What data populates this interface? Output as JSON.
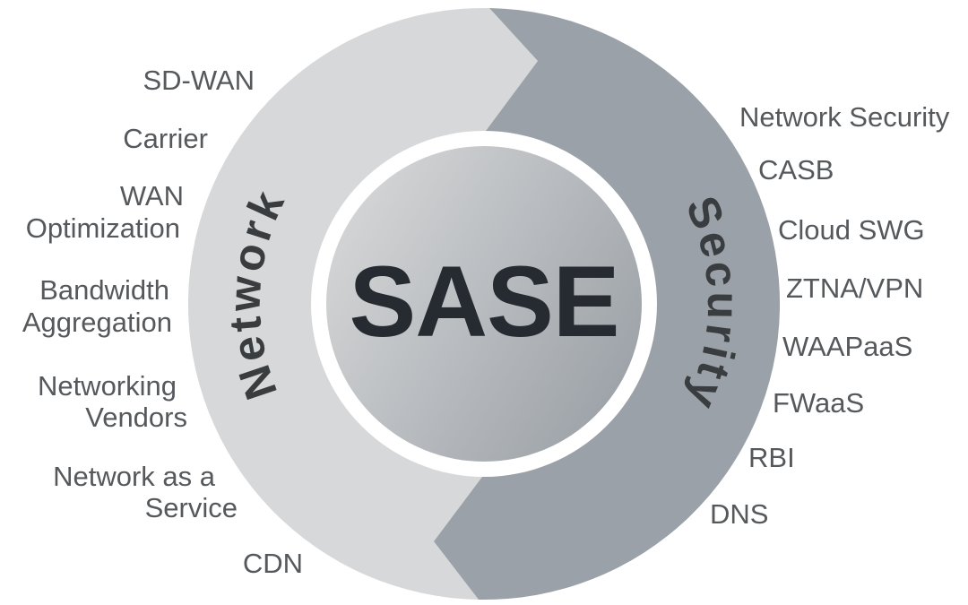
{
  "diagram": {
    "title": "SASE",
    "halves": {
      "network": {
        "label": "Network",
        "color": "#d7d8d9"
      },
      "security": {
        "label": "Security",
        "color": "#9ba1a8"
      }
    },
    "ring_color": "#ffffff",
    "center_gradient": {
      "start": "#d6d7d8",
      "end": "#9aa0a6"
    },
    "title_color": "#252b31",
    "arc_label_color": "#3a3d40",
    "label_color": "#55595c",
    "network_items": [
      [
        "SD-WAN"
      ],
      [
        "Carrier"
      ],
      [
        "WAN",
        "Optimization"
      ],
      [
        "Bandwidth",
        "Aggregation"
      ],
      [
        "Networking",
        "Vendors"
      ],
      [
        "Network as a",
        "Service"
      ],
      [
        "CDN"
      ]
    ],
    "security_items": [
      [
        "Network Security"
      ],
      [
        "CASB"
      ],
      [
        "Cloud SWG"
      ],
      [
        "ZTNA/VPN"
      ],
      [
        "WAAPaaS"
      ],
      [
        "FWaaS"
      ],
      [
        "RBI"
      ],
      [
        "DNS"
      ]
    ]
  }
}
